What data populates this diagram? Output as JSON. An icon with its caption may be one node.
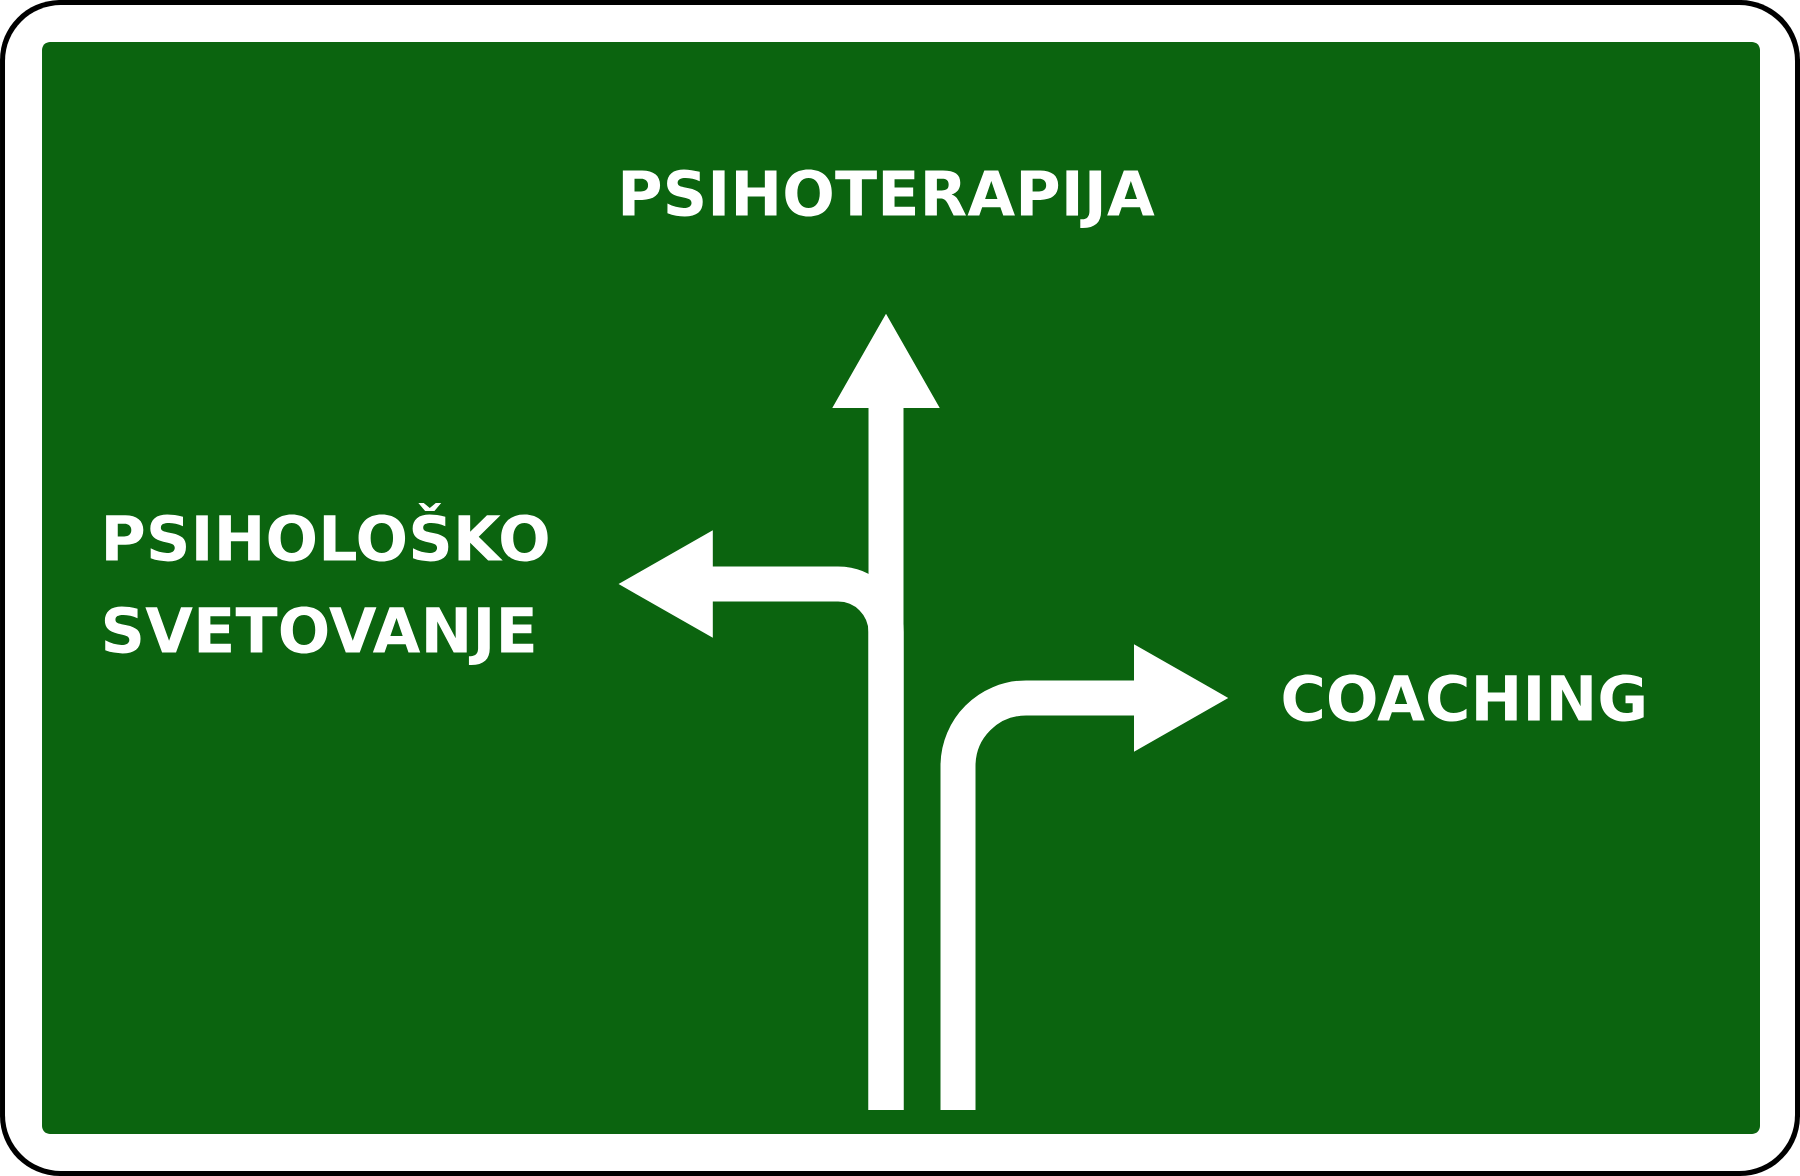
{
  "diagram": {
    "nodes": [
      {
        "text": [
          "PSIHOTERAPIJA"
        ]
      },
      {
        "text": [
          "PSIHOLOŠKO SVETOVANJE"
        ]
      },
      {
        "text": [
          "COACHING"
        ]
      }
    ],
    "edges": [
      {
        "from": null,
        "to": 0,
        "arrow": "to"
      },
      {
        "from": null,
        "to": 1,
        "arrow": "to"
      },
      {
        "from": null,
        "to": 2,
        "arrow": "to"
      }
    ]
  }
}
